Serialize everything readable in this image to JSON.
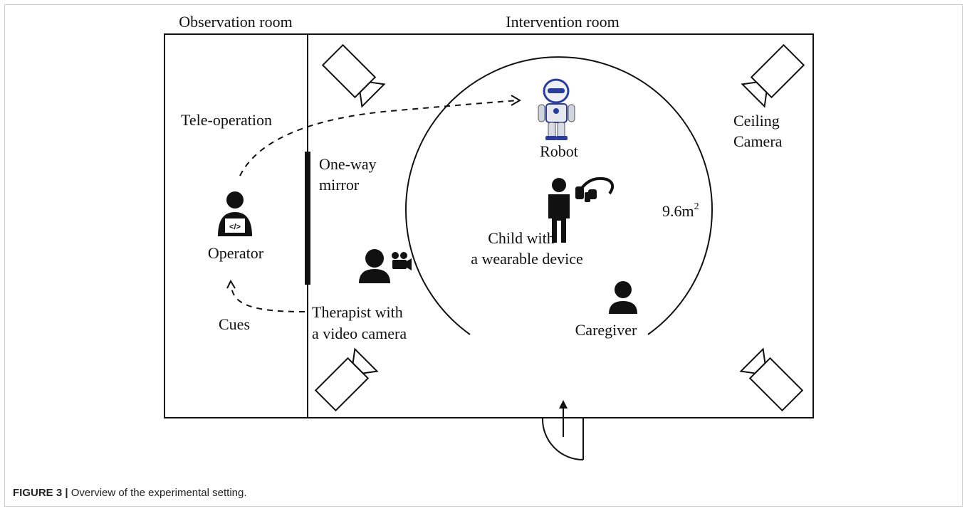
{
  "labels": {
    "observation_room": "Observation room",
    "intervention_room": "Intervention room",
    "tele_operation": "Tele-operation",
    "operator": "Operator",
    "cues": "Cues",
    "one_way_mirror_line1": "One-way",
    "one_way_mirror_line2": "mirror",
    "therapist_line1": "Therapist with",
    "therapist_line2": "a video camera",
    "robot": "Robot",
    "child_line1": "Child with",
    "child_line2": "a wearable device",
    "caregiver": "Caregiver",
    "ceiling_camera_line1": "Ceiling",
    "ceiling_camera_line2": "Camera",
    "area_value": "9.6m",
    "area_superscript": "2",
    "code_glyph": "</>"
  },
  "caption": {
    "figure_number": "FIGURE 3 |",
    "text": "Overview of the experimental setting."
  }
}
